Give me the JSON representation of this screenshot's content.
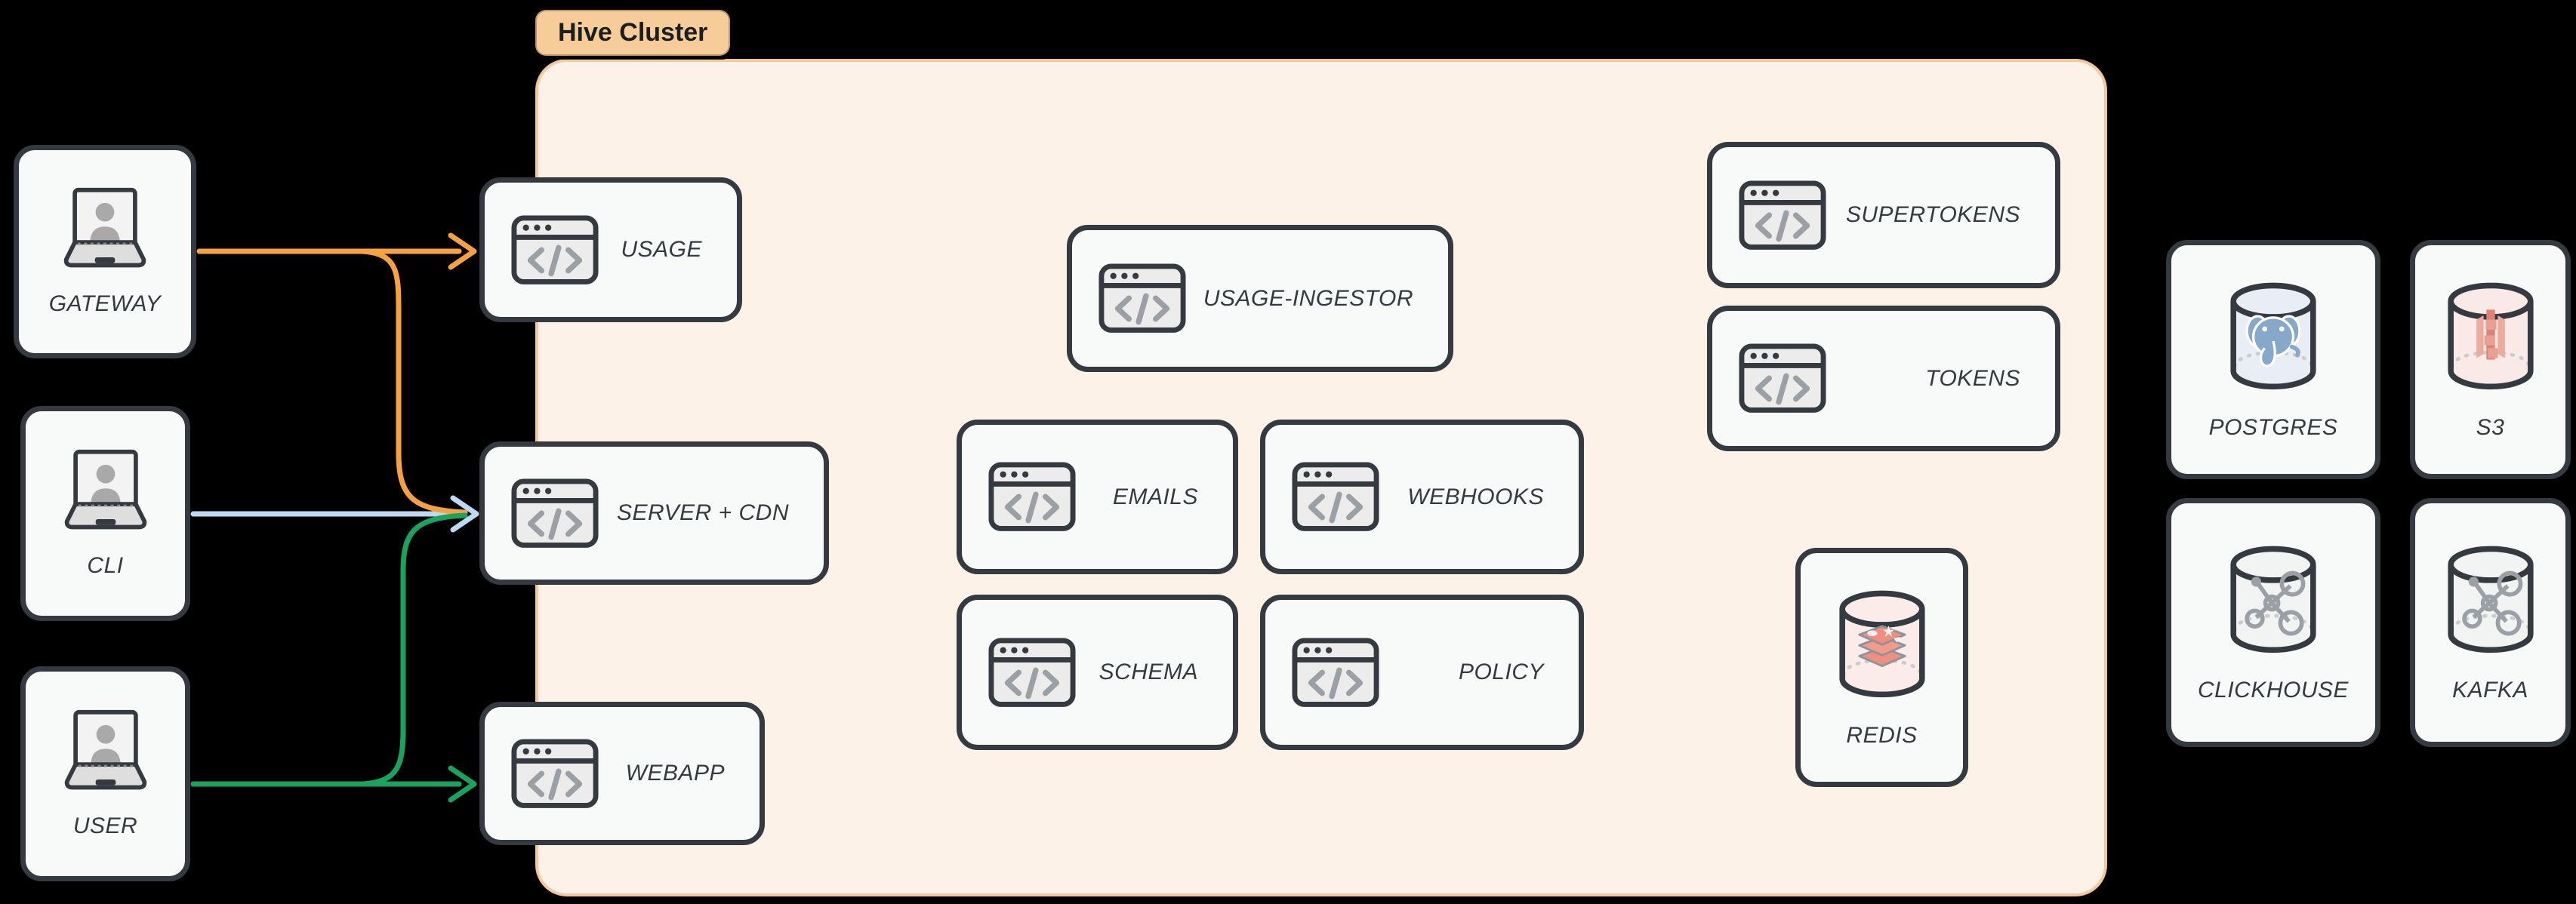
{
  "cluster": {
    "label": "Hive Cluster",
    "fill": "#fdf2e8",
    "border": "#f3c89c",
    "tag_bg": "#f6cd99",
    "tag_text_color": "#1b1d1f"
  },
  "actors": [
    {
      "label": "GATEWAY"
    },
    {
      "label": "CLI"
    },
    {
      "label": "USER"
    }
  ],
  "services": [
    {
      "label": "USAGE"
    },
    {
      "label": "SERVER + CDN"
    },
    {
      "label": "WEBAPP"
    },
    {
      "label": "USAGE-INGESTOR"
    },
    {
      "label": "EMAILS"
    },
    {
      "label": "WEBHOOKS"
    },
    {
      "label": "SCHEMA"
    },
    {
      "label": "POLICY"
    },
    {
      "label": "SUPERTOKENS"
    },
    {
      "label": "TOKENS"
    }
  ],
  "datastores": {
    "internal": [
      {
        "label": "REDIS"
      }
    ],
    "external": [
      {
        "label": "POSTGRES"
      },
      {
        "label": "S3"
      },
      {
        "label": "CLICKHOUSE"
      },
      {
        "label": "KAFKA"
      }
    ]
  },
  "edges": [
    {
      "from": "GATEWAY",
      "to": "USAGE",
      "color": "#f7a23c"
    },
    {
      "from": "GATEWAY",
      "to": "SERVER + CDN",
      "color": "#f7a23c"
    },
    {
      "from": "CLI",
      "to": "SERVER + CDN",
      "color": "#bcd9f5"
    },
    {
      "from": "USER",
      "to": "SERVER + CDN",
      "color": "#17a45f"
    },
    {
      "from": "USER",
      "to": "WEBAPP",
      "color": "#17a45f"
    }
  ],
  "colors": {
    "background": "#000000",
    "node_border": "#343a40",
    "node_fill": "#f8fafa",
    "arrow_orange": "#f7a23c",
    "arrow_blue": "#bcd9f5",
    "arrow_green": "#17a45f"
  }
}
